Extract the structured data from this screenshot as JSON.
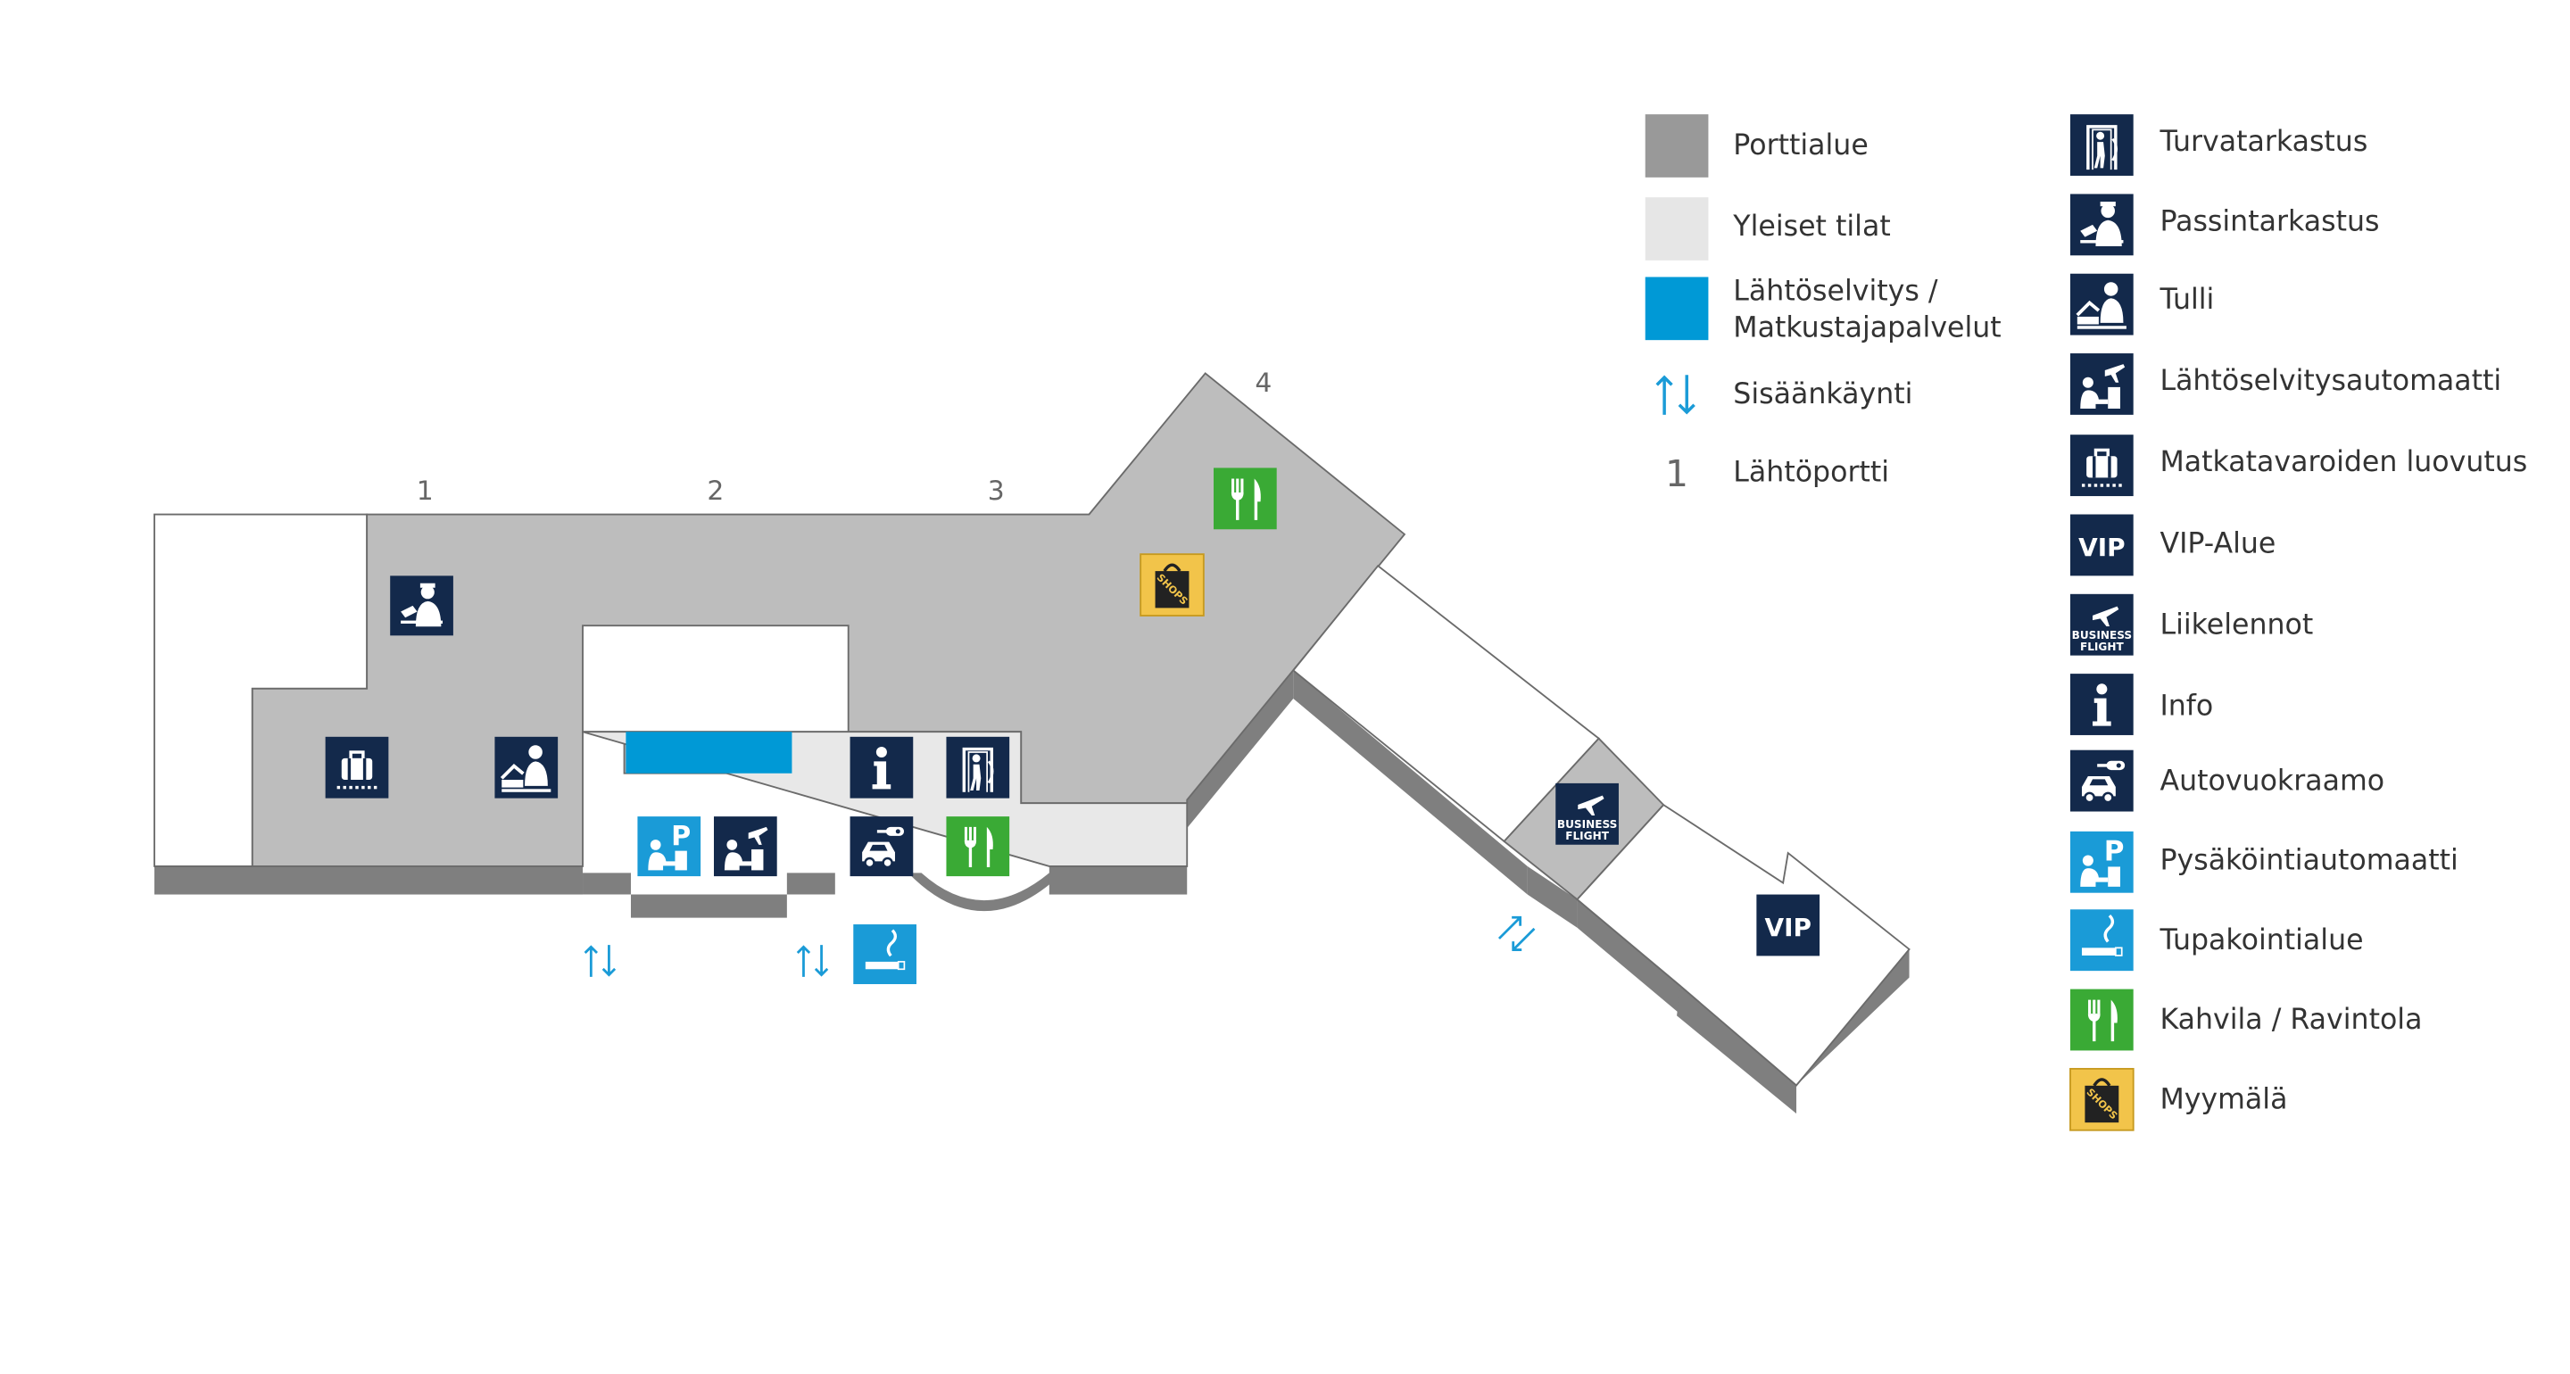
{
  "colors": {
    "gate_area": "#bdbdbd",
    "public_area": "#e8e8e8",
    "checkin_area": "#0099d6",
    "wall": "#7f7f7f",
    "outline": "#6b6b6b",
    "icon_navy": "#13294b",
    "icon_blue": "#1a9bd7",
    "icon_green": "#3aaa35",
    "icon_yellow": "#f2c44a",
    "text": "#333333",
    "arrow": "#1a9bd7"
  },
  "gate_numbers": [
    "1",
    "2",
    "3",
    "4"
  ],
  "map_icons": {
    "vip_label": "VIP",
    "business_line1": "BUSINESS",
    "business_line2": "FLIGHT",
    "info_letter": "i",
    "parking_letter": "P",
    "shops_text": "SHOPS"
  },
  "legend": {
    "areas": [
      {
        "label": "Porttialue",
        "color": "#999999"
      },
      {
        "label": "Yleiset tilat",
        "color": "#e6e6e6"
      },
      {
        "label_line1": "Lähtöselvitys /",
        "label_line2": "Matkustajapalvelut",
        "color": "#0099d6"
      }
    ],
    "entrance_label": "Sisäänkäynti",
    "gate_symbol": "1",
    "gate_label": "Lähtöportti",
    "icons": [
      {
        "icon": "security-check-icon",
        "label": "Turvatarkastus"
      },
      {
        "icon": "passport-control-icon",
        "label": "Passintarkastus"
      },
      {
        "icon": "customs-icon",
        "label": "Tulli"
      },
      {
        "icon": "checkin-kiosk-icon",
        "label": "Lähtöselvitysautomaatti"
      },
      {
        "icon": "baggage-drop-icon",
        "label": "Matkatavaroiden luovutus"
      },
      {
        "icon": "vip-icon",
        "label": "VIP-Alue"
      },
      {
        "icon": "business-flight-icon",
        "label": "Liikelennot"
      },
      {
        "icon": "info-icon",
        "label": "Info"
      },
      {
        "icon": "car-rental-icon",
        "label": "Autovuokraamo"
      },
      {
        "icon": "parking-machine-icon",
        "label": "Pysäköintiautomaatti"
      },
      {
        "icon": "smoking-area-icon",
        "label": "Tupakointialue"
      },
      {
        "icon": "cafe-restaurant-icon",
        "label": "Kahvila / Ravintola"
      },
      {
        "icon": "shop-icon",
        "label": "Myymälä"
      }
    ]
  }
}
